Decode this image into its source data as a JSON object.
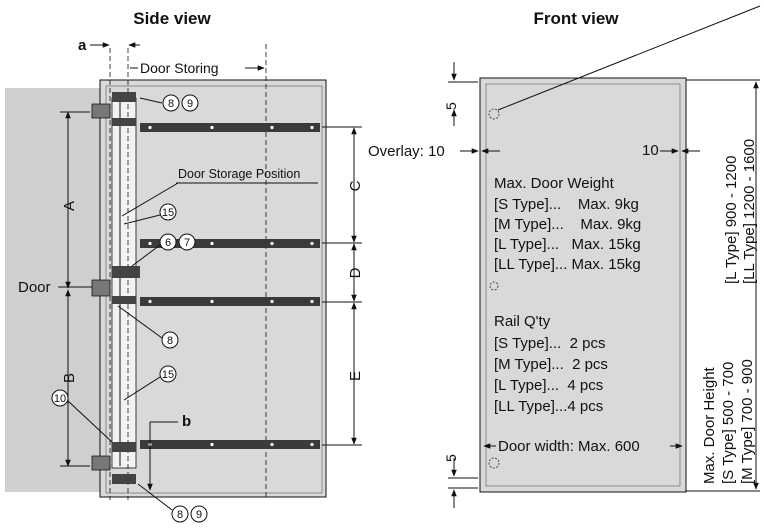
{
  "side_view": {
    "title": "Side view",
    "label_a": "a",
    "label_b": "b",
    "door_storing": "Door Storing",
    "door_storage_position": "Door Storage Position",
    "door": "Door",
    "dim_A": "A",
    "dim_B": "B",
    "dim_C": "C",
    "dim_D": "D",
    "dim_E": "E",
    "part_8": "8",
    "part_9": "9",
    "part_6": "6",
    "part_7": "7",
    "part_10": "10",
    "part_15": "15"
  },
  "front_view": {
    "title": "Front view",
    "dim_5_top": "5",
    "dim_5_bottom": "5",
    "overlay": "Overlay: 10",
    "dim_10": "10",
    "weight_title": "Max. Door Weight",
    "weight_s": "[S Type]...    Max. 9kg",
    "weight_m": "[M Type]...    Max. 9kg",
    "weight_l": "[L Type]...   Max. 15kg",
    "weight_ll": "[LL Type]... Max. 15kg",
    "rail_title": "Rail Q'ty",
    "rail_s": "[S Type]...  2 pcs",
    "rail_m": "[M Type]...  2 pcs",
    "rail_l": "[L Type]...  4 pcs",
    "rail_ll": "[LL Type]...4 pcs",
    "door_width": "Door width: Max. 600",
    "height_ll": "[LL Type] 1200 - 1600",
    "height_l": "[L Type] 900 - 1200",
    "height_title": "Max. Door Height",
    "height_s": "[S Type] 500 - 700",
    "height_m": "[M Type] 700 - 900"
  }
}
